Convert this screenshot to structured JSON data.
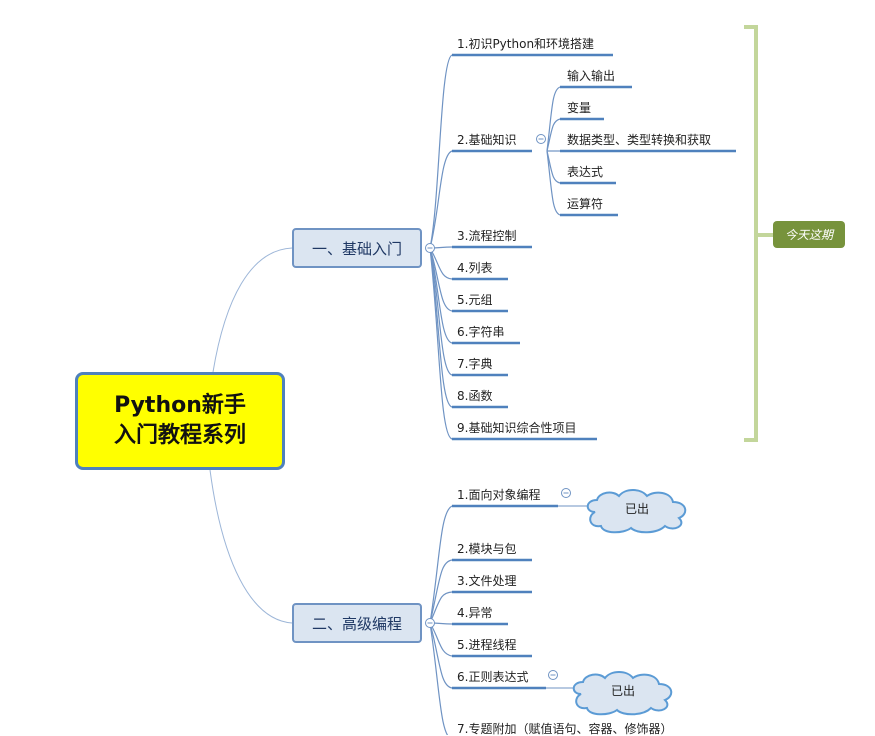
{
  "root": {
    "line1": "Python新手",
    "line2": "入门教程系列"
  },
  "branch1": {
    "label": "一、基础入门",
    "items": [
      "1.初识Python和环境搭建",
      "2.基础知识",
      "3.流程控制",
      "4.列表",
      "5.元组",
      "6.字符串",
      "7.字典",
      "8.函数",
      "9.基础知识综合性项目"
    ],
    "sub_items": [
      "输入输出",
      "变量",
      "数据类型、类型转换和获取",
      "表达式",
      "运算符"
    ],
    "bracket_label": "今天这期"
  },
  "branch2": {
    "label": "二、高级编程",
    "items": [
      "1.面向对象编程",
      "2.模块与包",
      "3.文件处理",
      "4.异常",
      "5.进程线程",
      "6.正则表达式",
      "7.专题附加（赋值语句、容器、修饰器）"
    ],
    "cloud1": "已出",
    "cloud2": "已出"
  },
  "colors": {
    "connector": "#4f81bd",
    "underline": "#4f81bd",
    "bracket": "#c3d69b",
    "tag_bg": "#77933c",
    "root_bg": "#ffff00",
    "root_border": "#4f81bd",
    "main_bg": "#dbe5f1",
    "cloud_fill": "#dbe5f1"
  },
  "icons": {
    "collapse": "collapse-minus-icon",
    "cloud": "cloud-callout-icon"
  }
}
